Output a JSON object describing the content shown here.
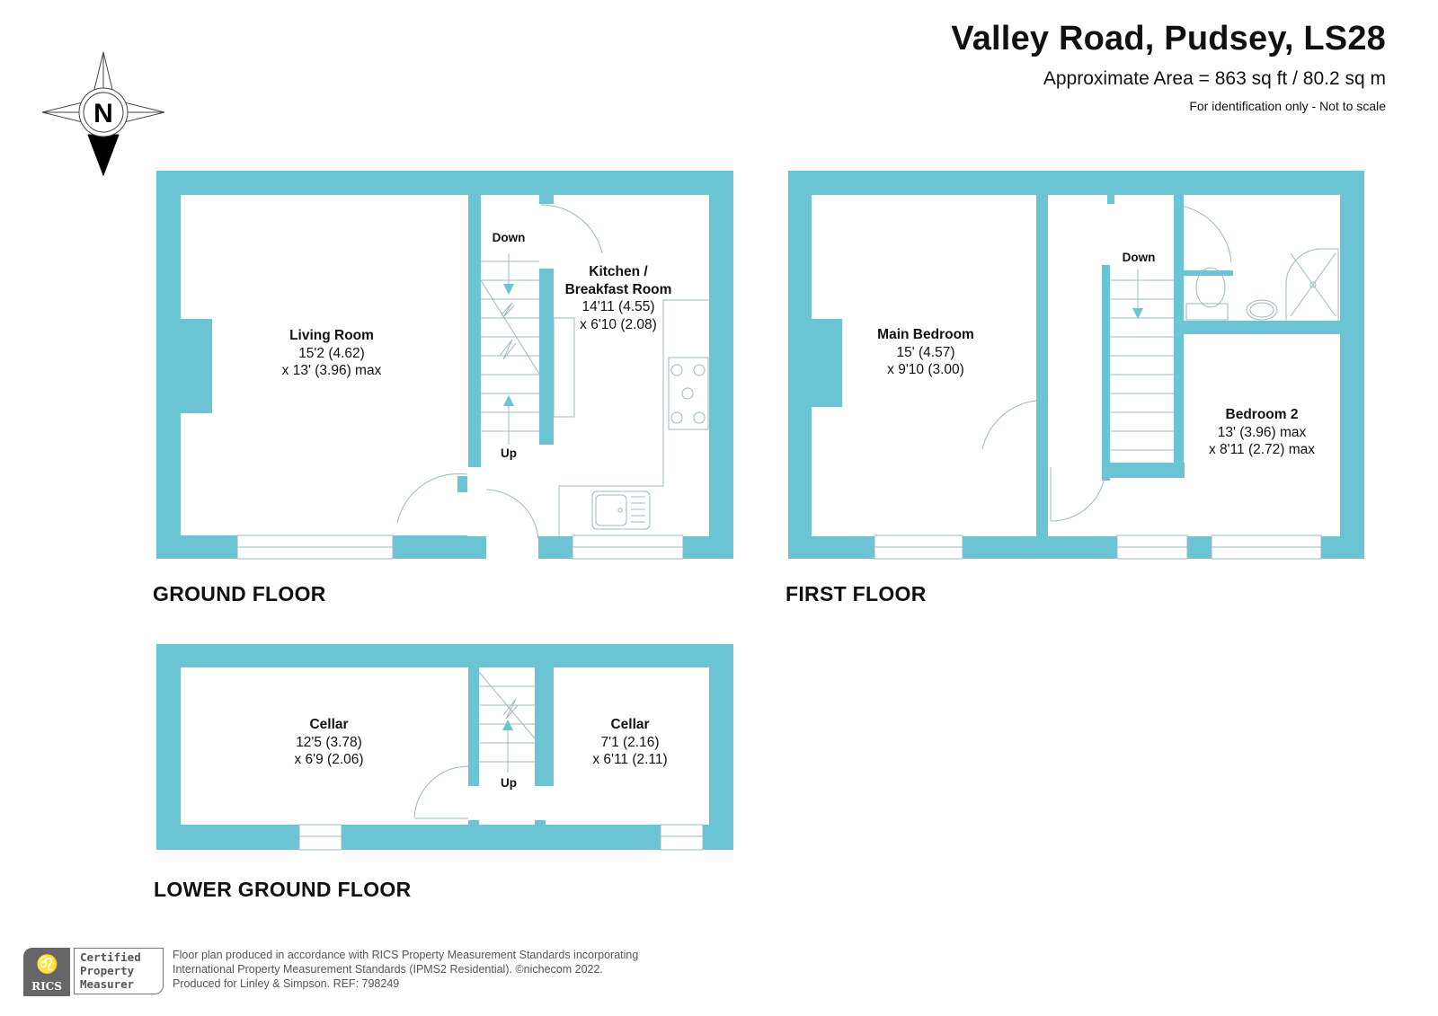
{
  "header": {
    "title": "Valley Road, Pudsey, LS28",
    "area": "Approximate Area = 863 sq ft / 80.2 sq m",
    "disclaimer": "For identification only - Not to scale"
  },
  "compass": {
    "label": "N",
    "icon": "north-compass-icon"
  },
  "colors": {
    "wall": "#6bc4d4",
    "fixture_line": "#9ab8bf",
    "text": "#111111"
  },
  "floors": {
    "ground": {
      "label": "GROUND FLOOR",
      "rooms": [
        {
          "name": "Living Room",
          "dim1": "15'2 (4.62)",
          "dim2": "x 13' (3.96) max"
        },
        {
          "name": "Kitchen /",
          "name2": "Breakfast Room",
          "dim1": "14'11 (4.55)",
          "dim2": "x 6'10 (2.08)"
        }
      ],
      "stairs": {
        "down": "Down",
        "up": "Up"
      }
    },
    "first": {
      "label": "FIRST FLOOR",
      "rooms": [
        {
          "name": "Main Bedroom",
          "dim1": "15' (4.57)",
          "dim2": "x 9'10 (3.00)"
        },
        {
          "name": "Bedroom 2",
          "dim1": "13' (3.96) max",
          "dim2": "x 8'11 (2.72) max"
        }
      ],
      "stairs": {
        "down": "Down"
      }
    },
    "lower": {
      "label": "LOWER GROUND FLOOR",
      "rooms": [
        {
          "name": "Cellar",
          "dim1": "12'5 (3.78)",
          "dim2": "x 6'9 (2.06)"
        },
        {
          "name": "Cellar",
          "dim1": "7'1 (2.16)",
          "dim2": "x 6'11 (2.11)"
        }
      ],
      "stairs": {
        "up": "Up"
      }
    }
  },
  "footer": {
    "badge": {
      "org": "RICS",
      "line1": "Certified",
      "line2": "Property",
      "line3": "Measurer"
    },
    "line1": "Floor plan produced in accordance with RICS Property Measurement Standards incorporating",
    "line2": "International Property Measurement Standards (IPMS2 Residential).   ©nichecom 2022.",
    "line3": "Produced for Linley & Simpson.   REF: 798249"
  }
}
